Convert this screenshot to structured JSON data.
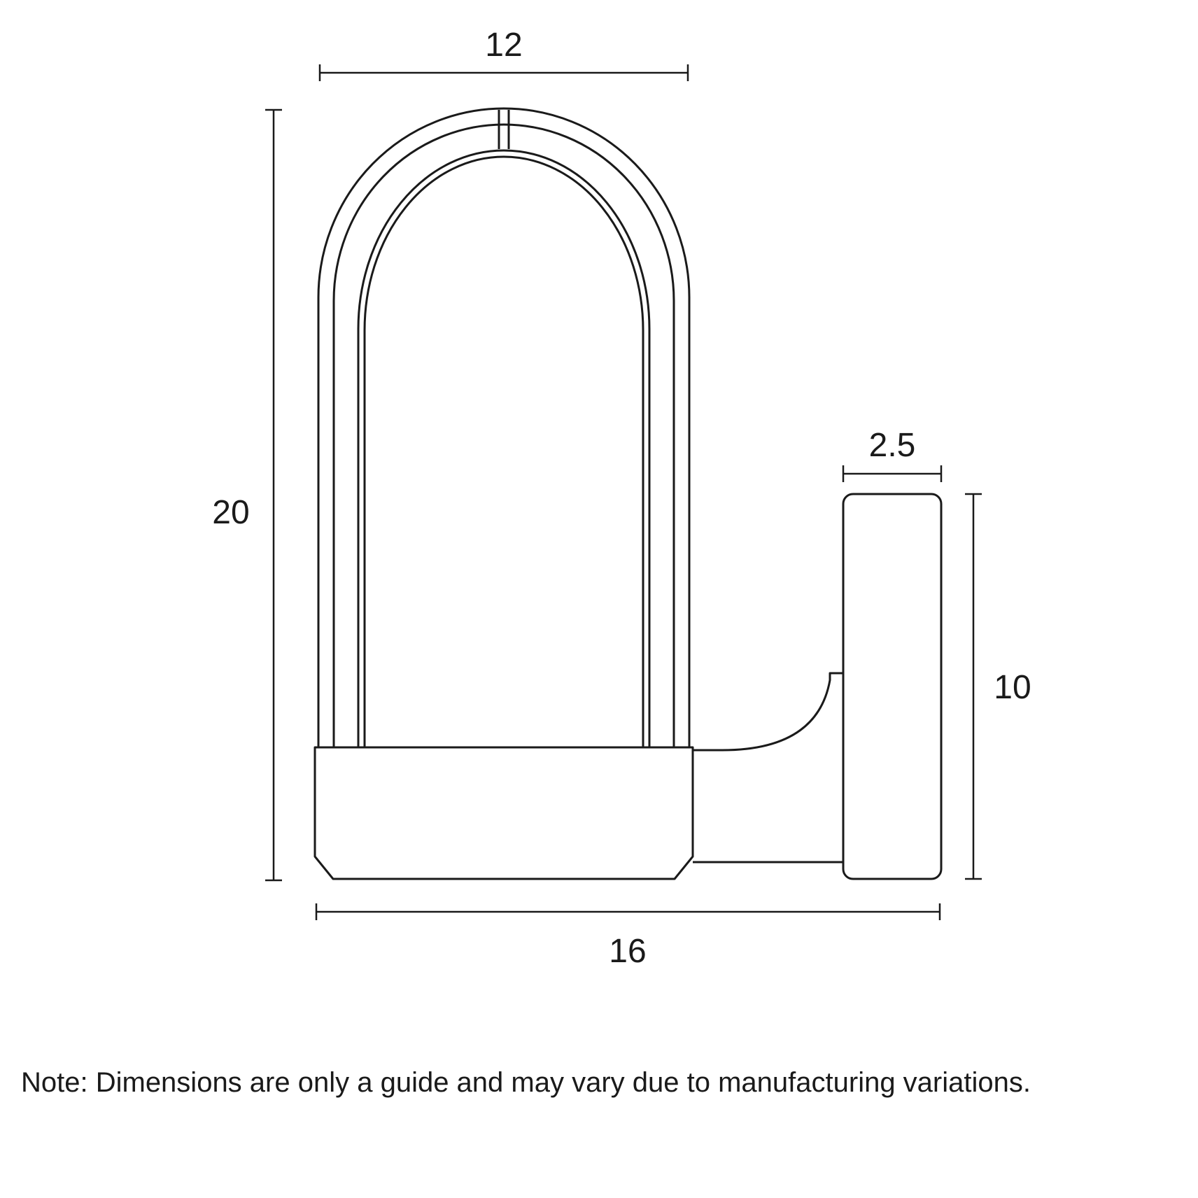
{
  "diagram": {
    "title": "wall-light dimension drawing",
    "labels": {
      "top_width": "12",
      "overall_height": "20",
      "base_width": "16",
      "bracket_depth": "2.5",
      "bracket_height": "10"
    },
    "note": "Note: Dimensions are only a guide and may vary due to manufacturing variations.",
    "colors": {
      "line": "#1a1a1a",
      "background": "#ffffff"
    }
  }
}
